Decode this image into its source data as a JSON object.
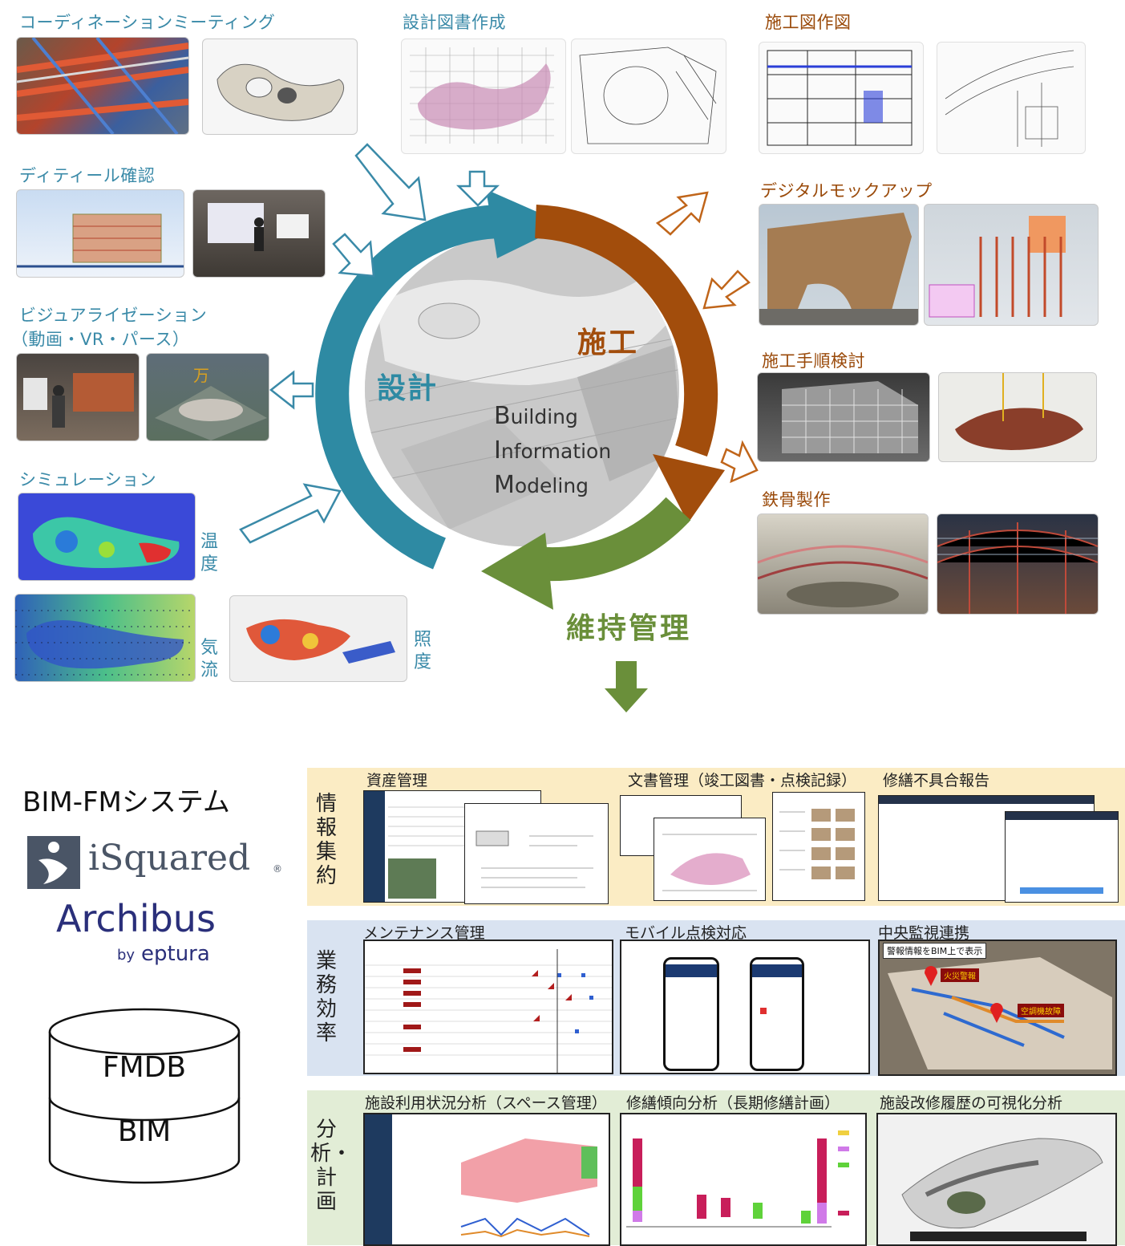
{
  "colors": {
    "design_blue": "#2e8aa3",
    "construction_brown": "#a24d0c",
    "maintenance_green": "#6a8f3a",
    "label_blue": "#3a8aa8",
    "label_brown": "#9a4a0a",
    "band_info": "#fbecc4",
    "band_work": "#d9e3f1",
    "band_analysis": "#e2edd6"
  },
  "design_side": {
    "coordination": "コーディネーションミーティング",
    "detail_check": "ディティール確認",
    "visualization_1": "ビジュアライゼーション",
    "visualization_2": "（動画・VR・パース）",
    "simulation": "シミュレーション",
    "temperature": "温度",
    "airflow": "気流",
    "illuminance": "照度",
    "drawings": "設計図書作成"
  },
  "construction_side": {
    "shop_drawings": "施工図作図",
    "digital_mockup": "デジタルモックアップ",
    "procedure": "施工手順検討",
    "steel": "鉄骨製作"
  },
  "cycle": {
    "design": "設計",
    "construction": "施工",
    "maintenance": "維持管理",
    "bim_lines": [
      {
        "initial": "B",
        "rest": "uilding"
      },
      {
        "initial": "I",
        "rest": "nformation"
      },
      {
        "initial": "M",
        "rest": "odeling"
      }
    ]
  },
  "fm_system": {
    "title": "BIM-FMシステム",
    "logo1": "iSquared",
    "logo1_mark": "®",
    "logo2": "Archibus",
    "logo2_by": "by",
    "logo2_sub": "eptura",
    "db_top": "FMDB",
    "db_bottom": "BIM"
  },
  "bands": {
    "info": {
      "title": "情報集約",
      "items": [
        "資産管理",
        "文書管理（竣工図書・点検記録）",
        "修繕不具合報告"
      ]
    },
    "work": {
      "title": "業務効率",
      "items": [
        "メンテナンス管理",
        "モバイル点検対応",
        "中央監視連携"
      ],
      "bms_banner": "警報情報をBIM上で表示",
      "alarm1": "火災警報",
      "alarm2": "空調機故障"
    },
    "analysis": {
      "title": "分析・計画",
      "items": [
        "施設利用状況分析（スペース管理）",
        "修繕傾向分析（長期修繕計画）",
        "施設改修履歴の可視化分析"
      ]
    }
  }
}
